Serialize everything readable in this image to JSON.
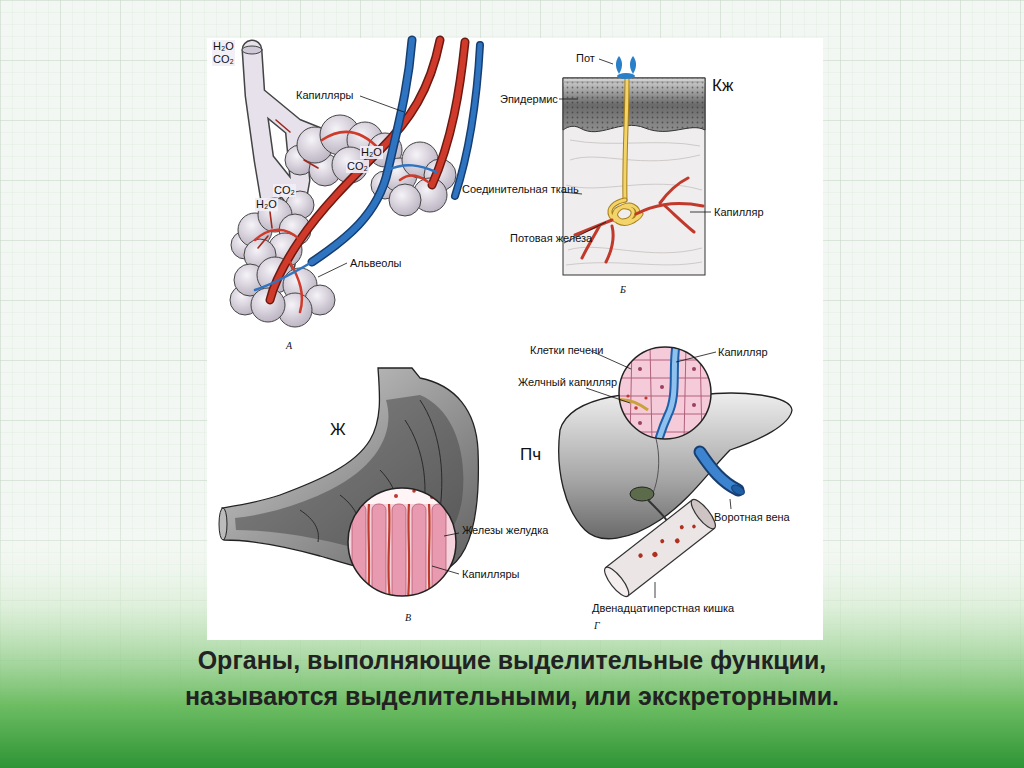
{
  "diagram": {
    "caption": "Органы, выполняющие выделительные функции, называются выделительными, или экскреторными.",
    "labels": [
      "H₂O",
      "CO₂",
      "Капилляры",
      "H₂O",
      "CO₂",
      "CO₂",
      "H₂O",
      "Альвеолы",
      "А",
      "Пот",
      "Кж",
      "Эпидермис",
      "Соединительная ткань",
      "Капилляр",
      "Потовая железа",
      "Б",
      "Ж",
      "Клетки печени",
      "Капилляр",
      "Желчный капилляр",
      "Пч",
      "Железы желудка",
      "Воротная вена",
      "Капилляры",
      "В",
      "Двенадцатиперстная кишка",
      "Г"
    ]
  }
}
